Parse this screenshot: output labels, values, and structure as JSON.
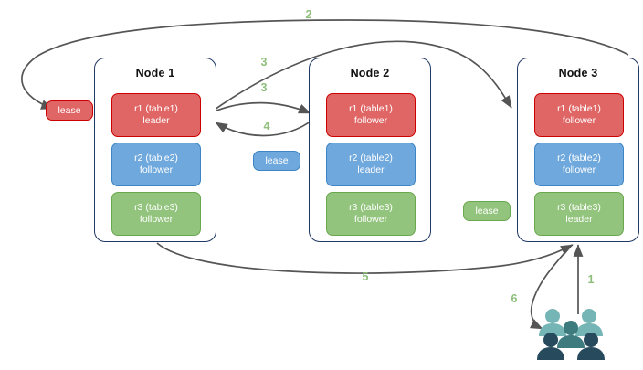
{
  "diagram": {
    "title": "distributed-database-lease-flow",
    "colors": {
      "red": "#e06666",
      "red_border": "#cc0000",
      "blue": "#6fa8dc",
      "blue_border": "#3d85c6",
      "green": "#93c47d",
      "green_border": "#6aa84f",
      "node_border": "#1f3864",
      "edge": "#555555",
      "label_green": "#8ec07c",
      "people_light": "#76b5b5",
      "people_mid": "#3d7b7f",
      "people_dark": "#274a5c"
    }
  },
  "nodes": [
    {
      "title": "Node 1",
      "replicas": [
        {
          "name": "r1 (table1)",
          "role": "leader",
          "color": "red"
        },
        {
          "name": "r2 (table2)",
          "role": "follower",
          "color": "blue"
        },
        {
          "name": "r3 (table3)",
          "role": "follower",
          "color": "green"
        }
      ]
    },
    {
      "title": "Node 2",
      "replicas": [
        {
          "name": "r1 (table1)",
          "role": "follower",
          "color": "red"
        },
        {
          "name": "r2 (table2)",
          "role": "leader",
          "color": "blue"
        },
        {
          "name": "r3 (table3)",
          "role": "follower",
          "color": "green"
        }
      ]
    },
    {
      "title": "Node 3",
      "replicas": [
        {
          "name": "r1 (table1)",
          "role": "follower",
          "color": "red"
        },
        {
          "name": "r2 (table2)",
          "role": "follower",
          "color": "blue"
        },
        {
          "name": "r3 (table3)",
          "role": "leader",
          "color": "green"
        }
      ]
    }
  ],
  "leases": [
    {
      "label": "lease",
      "color": "red"
    },
    {
      "label": "lease",
      "color": "blue"
    },
    {
      "label": "lease",
      "color": "green"
    }
  ],
  "edge_labels": [
    {
      "id": "1",
      "text": "1"
    },
    {
      "id": "2",
      "text": "2"
    },
    {
      "id": "3a",
      "text": "3"
    },
    {
      "id": "3b",
      "text": "3"
    },
    {
      "id": "4",
      "text": "4"
    },
    {
      "id": "5",
      "text": "5"
    },
    {
      "id": "6",
      "text": "6"
    }
  ],
  "client": {
    "icon": "people-group-icon"
  }
}
